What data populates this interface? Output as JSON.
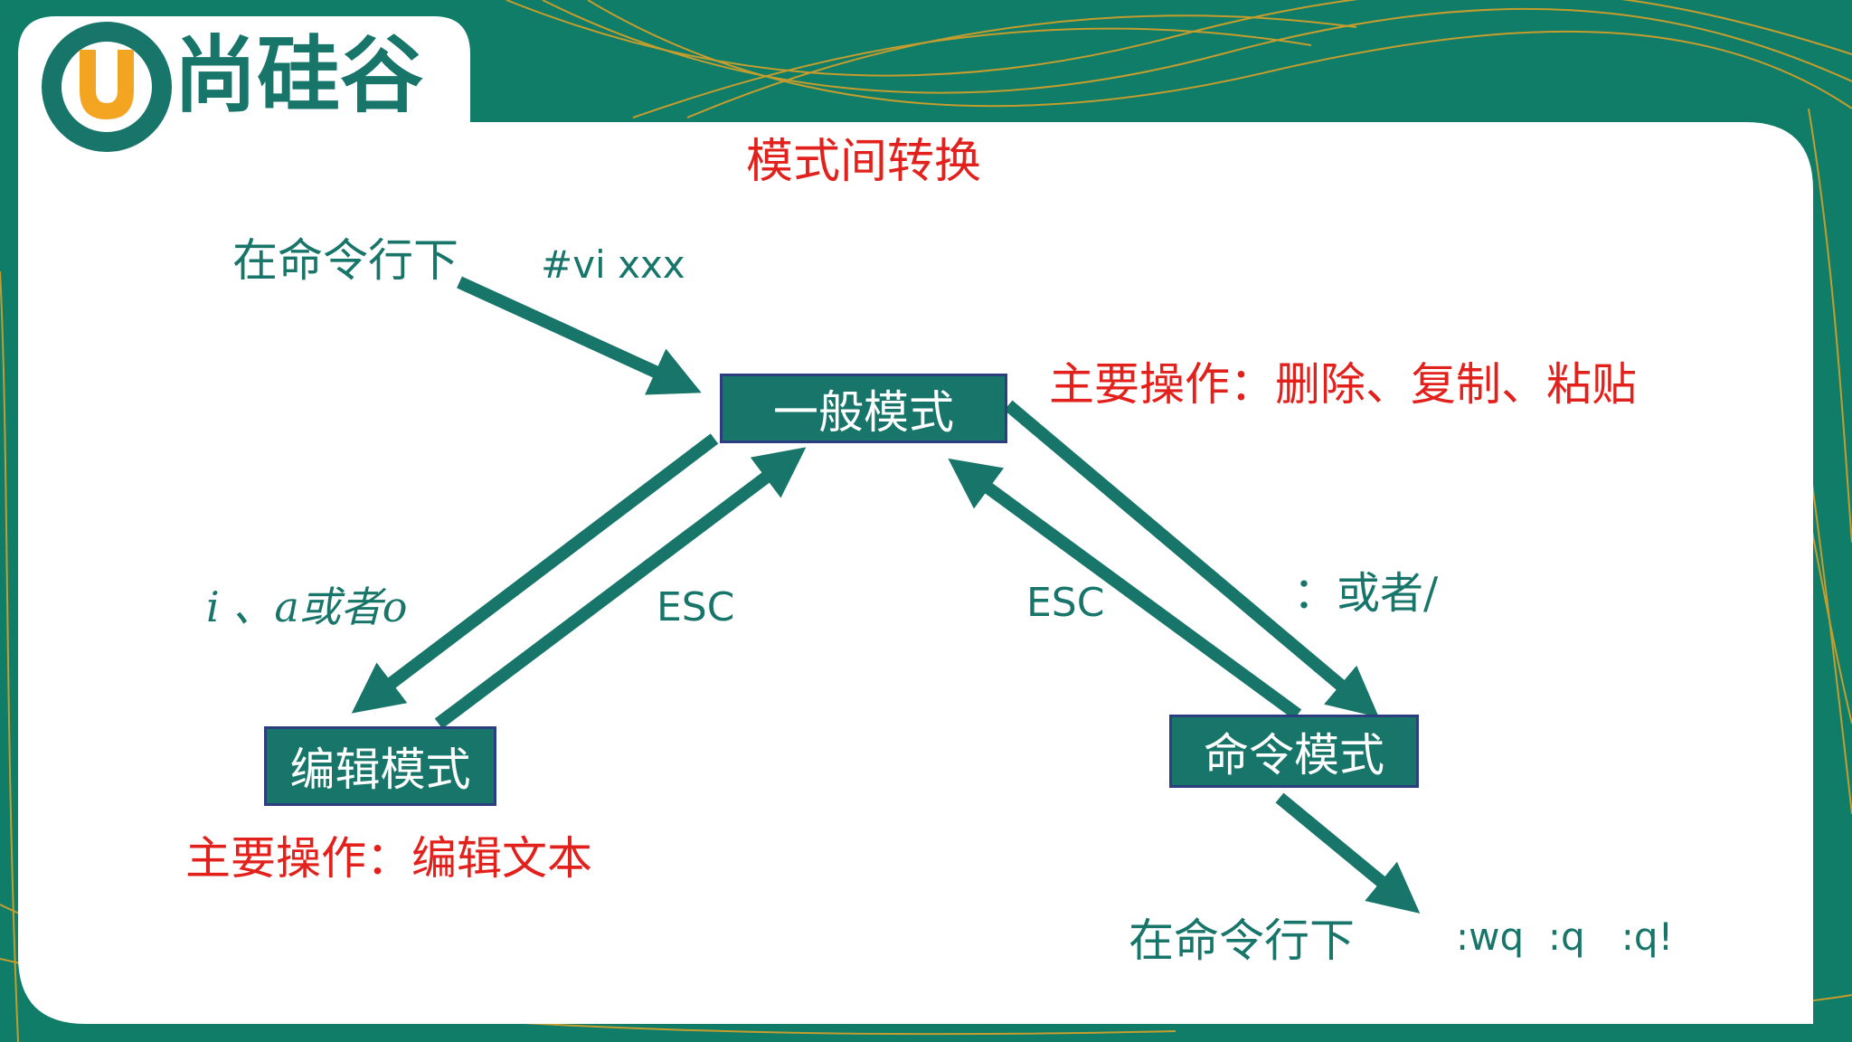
{
  "logo": {
    "text": "尚硅谷",
    "letter": "U"
  },
  "title": "模式间转换",
  "nodes": {
    "general": "一般模式",
    "edit": "编辑模式",
    "command": "命令模式"
  },
  "labels": {
    "cmdline_top": "在命令行下",
    "vi_cmd": "#vi xxx",
    "general_ops": "主要操作：删除、复制、粘贴",
    "to_edit": "i 、a或者o",
    "esc_left": "ESC",
    "esc_right": "ESC",
    "to_command": "：或者/",
    "edit_ops": "主要操作：编辑文本",
    "cmdline_bottom": "在命令行下",
    "quit_cmds": ":wq  :q   :q!"
  },
  "colors": {
    "background": "#0f7d67",
    "panel": "#ffffff",
    "accent_teal": "#17756a",
    "accent_red": "#e2211c",
    "accent_orange": "#f3a521",
    "box_border": "#2b3f7e"
  }
}
